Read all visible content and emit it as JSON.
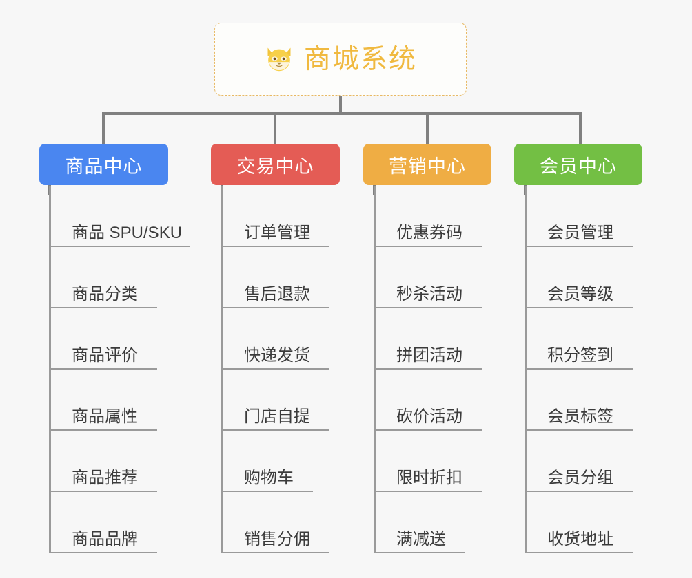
{
  "diagram": {
    "type": "mindmap",
    "background_color": "#f7f7f7",
    "root": {
      "title": "商城系统",
      "icon": "shiba-dog-face-icon",
      "text_color": "#f0b93f",
      "border_color": "#e8b964",
      "fill_color": "#fdfdfb"
    },
    "branches": [
      {
        "label": "商品中心",
        "color": "#4a86f0",
        "items": [
          "商品 SPU/SKU",
          "商品分类",
          "商品评价",
          "商品属性",
          "商品推荐",
          "商品品牌"
        ]
      },
      {
        "label": "交易中心",
        "color": "#e45c55",
        "items": [
          "订单管理",
          "售后退款",
          "快递发货",
          "门店自提",
          "购物车",
          "销售分佣"
        ]
      },
      {
        "label": "营销中心",
        "color": "#efad44",
        "items": [
          "优惠券码",
          "秒杀活动",
          "拼团活动",
          "砍价活动",
          "限时折扣",
          "满减送"
        ]
      },
      {
        "label": "会员中心",
        "color": "#73bf44",
        "items": [
          "会员管理",
          "会员等级",
          "积分签到",
          "会员标签",
          "会员分组",
          "收货地址"
        ]
      }
    ],
    "connector_color": "#808080",
    "leaf_line_color": "#9a9a9a"
  }
}
